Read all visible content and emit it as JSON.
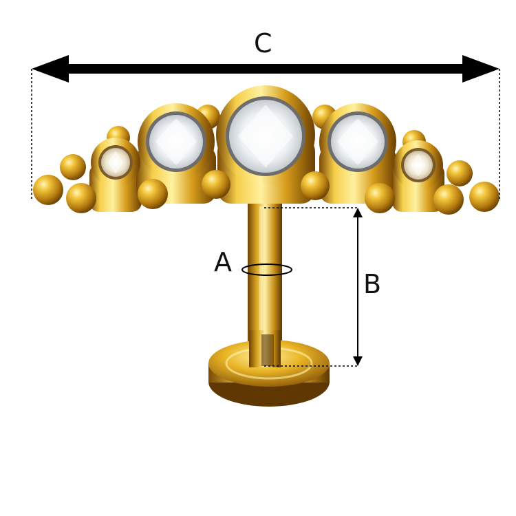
{
  "diagram": {
    "dimension_labels": {
      "width_label": "C",
      "gauge_label": "A",
      "length_label": "B"
    },
    "colors": {
      "gold_light": "#fff4a8",
      "gold_mid": "#e9b526",
      "gold_dark": "#9a6508",
      "gold_deep": "#5a3500",
      "gem_clear": "#ffffff",
      "gem_champagne": "#f3ead8",
      "dimension_line": "#000000"
    },
    "icons": [
      "labret-earring-illustration",
      "arrow-left-icon",
      "arrow-right-icon"
    ]
  }
}
